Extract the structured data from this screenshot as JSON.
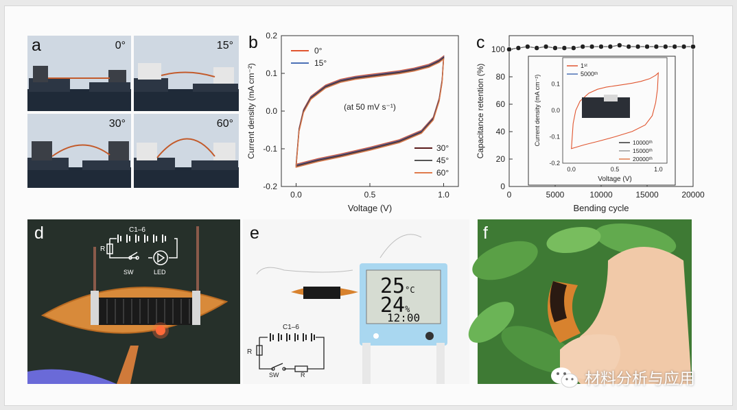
{
  "panels": {
    "a": {
      "letter": "a",
      "angles": [
        "0°",
        "15°",
        "30°",
        "60°"
      ]
    },
    "b": {
      "letter": "b"
    },
    "c": {
      "letter": "c"
    },
    "d": {
      "letter": "d",
      "circuit": {
        "cap": "C1–6",
        "r": "R",
        "sw": "SW",
        "led": "LED"
      }
    },
    "e": {
      "letter": "e",
      "display": {
        "temp": "25",
        "temp_unit": "°C",
        "humidity": "24",
        "hum_unit": "%",
        "time": "12:00"
      },
      "circuit": {
        "cap": "C1–6",
        "r": "R",
        "sw": "SW",
        "r2": "R"
      }
    },
    "f": {
      "letter": "f"
    }
  },
  "chart_data": [
    {
      "id": "b",
      "type": "line",
      "xlabel": "Voltage (V)",
      "ylabel": "Current density (mA cm⁻²)",
      "xlim": [
        -0.1,
        1.1
      ],
      "ylim": [
        -0.2,
        0.2
      ],
      "xticks": [
        "0.0",
        "0.5",
        "1.0"
      ],
      "yticks": [
        "0.2",
        "0.1",
        "0.0",
        "-0.1",
        "-0.2"
      ],
      "annotation": "(at 50 mV s⁻¹)",
      "legend_top": [
        "0°",
        "15°"
      ],
      "legend_bottom": [
        "30°",
        "45°",
        "60°"
      ],
      "series": [
        {
          "name": "0°",
          "color": "#e0542e"
        },
        {
          "name": "15°",
          "color": "#4a6fb5"
        },
        {
          "name": "30°",
          "color": "#5a1a1a"
        },
        {
          "name": "45°",
          "color": "#555555"
        },
        {
          "name": "60°",
          "color": "#e07a4a"
        }
      ],
      "curve": {
        "upper": [
          [
            0.0,
            -0.145
          ],
          [
            0.02,
            -0.05
          ],
          [
            0.05,
            0.0
          ],
          [
            0.1,
            0.035
          ],
          [
            0.2,
            0.065
          ],
          [
            0.3,
            0.08
          ],
          [
            0.4,
            0.088
          ],
          [
            0.5,
            0.093
          ],
          [
            0.6,
            0.098
          ],
          [
            0.7,
            0.103
          ],
          [
            0.8,
            0.11
          ],
          [
            0.9,
            0.12
          ],
          [
            0.97,
            0.133
          ],
          [
            1.0,
            0.142
          ]
        ],
        "lower": [
          [
            1.0,
            0.142
          ],
          [
            0.99,
            0.08
          ],
          [
            0.97,
            0.03
          ],
          [
            0.93,
            -0.02
          ],
          [
            0.85,
            -0.055
          ],
          [
            0.7,
            -0.08
          ],
          [
            0.5,
            -0.1
          ],
          [
            0.3,
            -0.118
          ],
          [
            0.15,
            -0.13
          ],
          [
            0.05,
            -0.14
          ],
          [
            0.0,
            -0.145
          ]
        ]
      }
    },
    {
      "id": "c",
      "type": "scatter",
      "xlabel": "Bending cycle",
      "ylabel": "Capacitance retention (%)",
      "xlim": [
        0,
        20000
      ],
      "ylim": [
        0,
        110
      ],
      "xticks": [
        "0",
        "5000",
        "10000",
        "15000",
        "20000"
      ],
      "yticks": [
        "100",
        "80",
        "60",
        "40",
        "20",
        "0"
      ],
      "x": [
        0,
        1000,
        2000,
        3000,
        4000,
        5000,
        6000,
        7000,
        8000,
        9000,
        10000,
        11000,
        12000,
        13000,
        14000,
        15000,
        16000,
        17000,
        18000,
        19000,
        20000
      ],
      "y": [
        100,
        101,
        102,
        101,
        102,
        101,
        101,
        101,
        102,
        102,
        102,
        102,
        103,
        102,
        102,
        102,
        102,
        102,
        102,
        102,
        102
      ],
      "inset": {
        "type": "line",
        "xlabel": "Voltage (V)",
        "ylabel": "Current density (mA cm⁻²)",
        "xlim": [
          -0.1,
          1.1
        ],
        "ylim": [
          -0.2,
          0.2
        ],
        "xticks": [
          "0.0",
          "0.5",
          "1.0"
        ],
        "yticks": [
          "0.1",
          "0.0",
          "-0.1",
          "-0.2"
        ],
        "legend_top": [
          "1ˢᵗ",
          "5000ᵗʰ"
        ],
        "legend_bottom": [
          "10000ᵗʰ",
          "15000ᵗʰ",
          "20000ᵗʰ"
        ]
      }
    }
  ],
  "watermark": {
    "text": "材料分析与应用"
  },
  "colors": {
    "orange": "#e0542e",
    "blue": "#4a6fb5",
    "lcd_frame": "#a9d7f0",
    "leaf": "#4a8a3a"
  }
}
